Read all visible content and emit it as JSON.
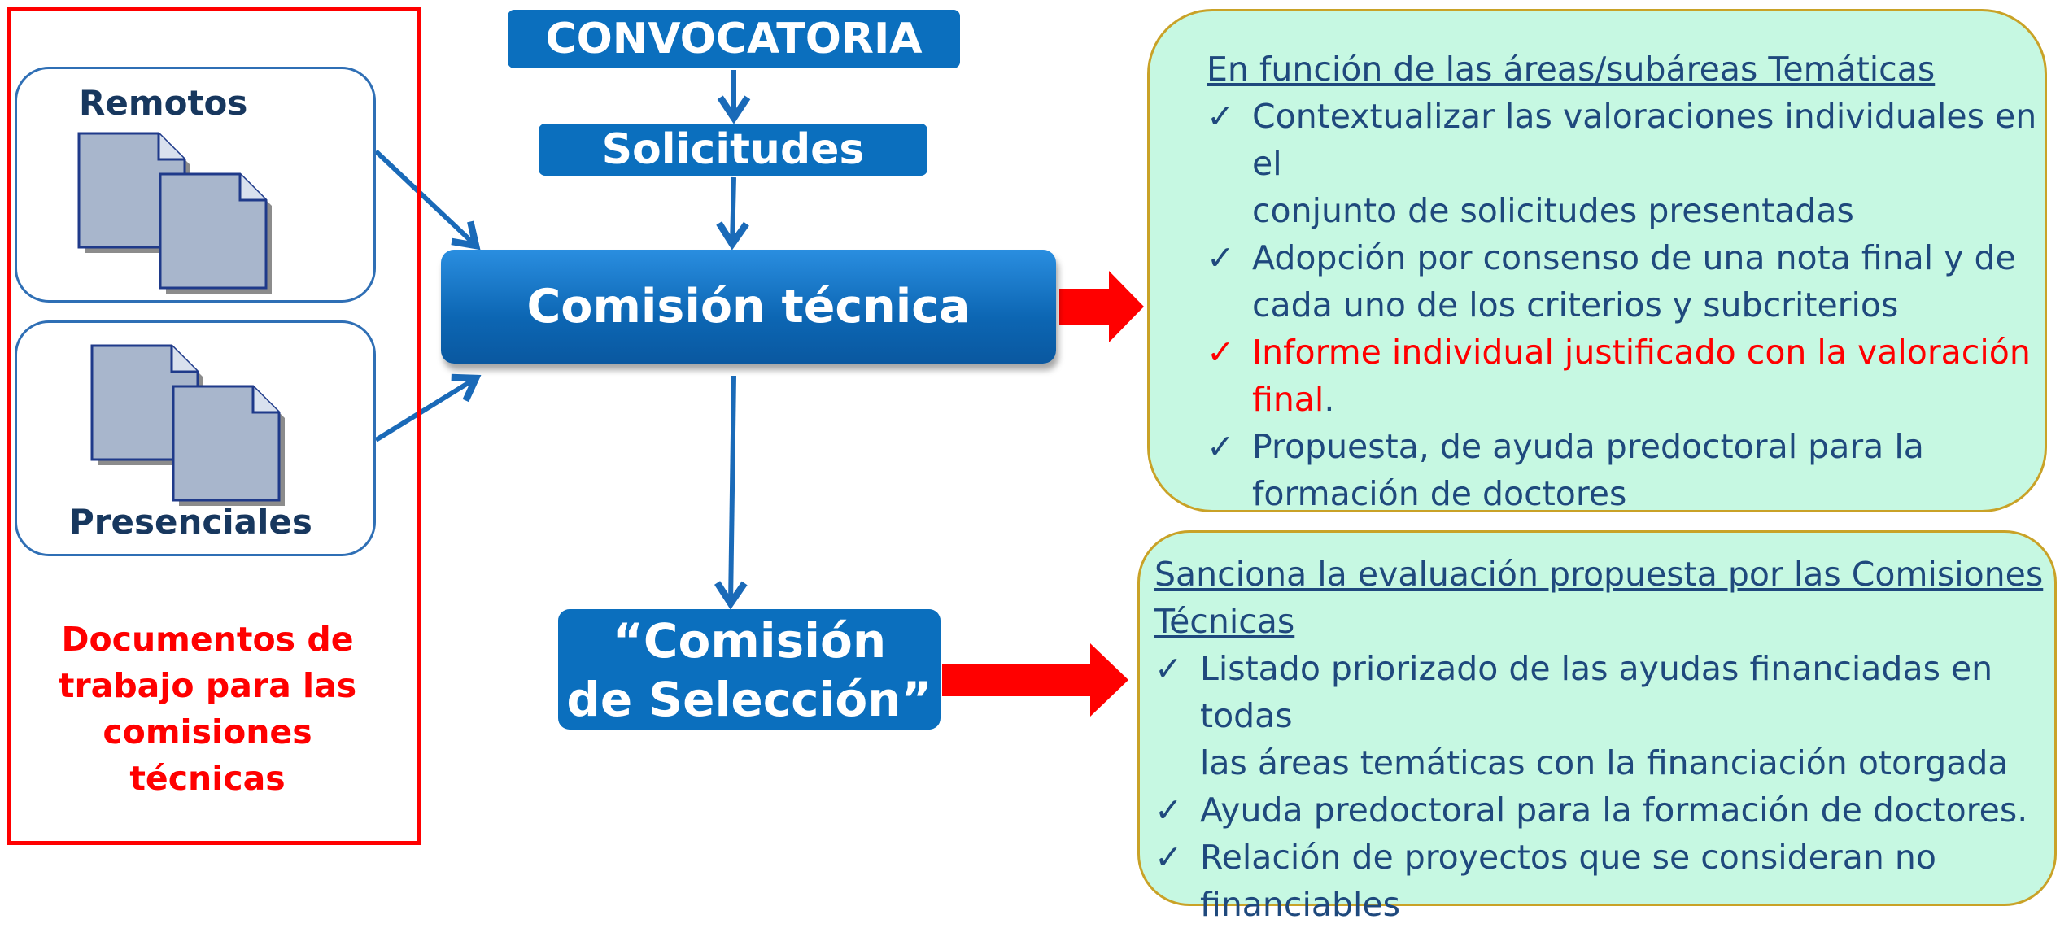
{
  "left_panel": {
    "remote_label": "Remotos",
    "onsite_label": "Presenciales",
    "caption_lines": [
      "Documentos de",
      "trabajo para las",
      "comisiones",
      "técnicas"
    ]
  },
  "flow": {
    "convocatoria": "CONVOCATORIA",
    "solicitudes": "Solicitudes",
    "comision_tecnica": "Comisión técnica",
    "comision_seleccion_lines": [
      "“Comisión",
      "de Selección”"
    ]
  },
  "panel_tecnica": {
    "heading": "En función de las áreas/subáreas Temáticas",
    "items": [
      {
        "lines": [
          "Contextualizar las valoraciones individuales en el",
          "conjunto de solicitudes presentadas"
        ]
      },
      {
        "lines": [
          "Adopción por consenso de una nota final y de",
          "cada uno de los criterios y subcriterios"
        ]
      },
      {
        "lines": [
          "Informe individual justificado con la valoración",
          "final"
        ],
        "tail": "."
      },
      {
        "lines": [
          "Propuesta, de ayuda predoctoral para la",
          "formación de doctores"
        ]
      }
    ]
  },
  "panel_seleccion": {
    "heading_lines": [
      "Sanciona la evaluación propuesta por las Comisiones",
      "Técnicas"
    ],
    "items": [
      {
        "lines": [
          "Listado priorizado de las ayudas financiadas en todas",
          "las áreas temáticas con la financiación otorgada"
        ]
      },
      {
        "lines": [
          "Ayuda predoctoral para la formación de doctores."
        ]
      },
      {
        "lines": [
          "Relación de proyectos que se consideran no",
          "financiables"
        ]
      }
    ]
  },
  "check_glyph": "✓",
  "colors": {
    "flow_blue": "#0b6fbe",
    "panel_green": "#c6f8e2",
    "panel_border": "#c9a227",
    "text_navy": "#1f497d",
    "alert_red": "#ff0000"
  }
}
